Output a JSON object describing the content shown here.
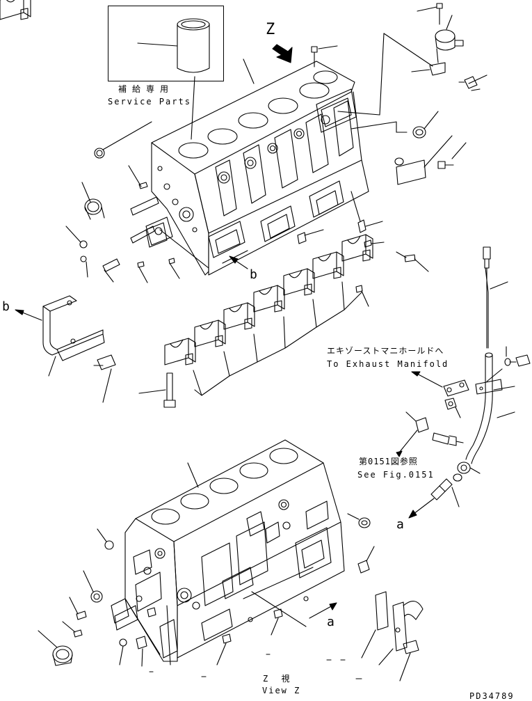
{
  "labels": {
    "service_parts_jp": "補給専用",
    "service_parts_en": "Service Parts",
    "view_arrow": "Z",
    "exhaust_jp": "エキゾーストマニホールドへ",
    "exhaust_en": "To Exhaust Manifold",
    "see_fig_jp": "第0151図参照",
    "see_fig_en": "See Fig.0151",
    "view_z_jp": "Z 視",
    "view_z_en": "View Z",
    "ref_a_1": "a",
    "ref_a_2": "a",
    "ref_b_1": "b",
    "ref_b_2": "b",
    "drawing_no": "PD34789"
  }
}
